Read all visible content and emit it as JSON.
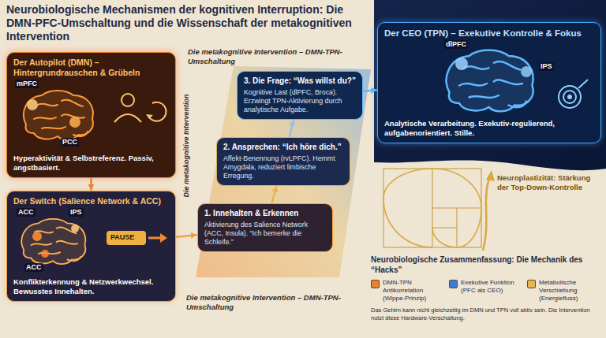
{
  "diagram": {
    "title": "Neurobiologische Mechanismen der kognitiven Interruption: Die DMN-PFC-Umschaltung und die Wissenschaft der metakognitiven Intervention",
    "caption": "Das Gehirn kann nicht gleichzeitig im DMN und TPN voll aktiv sein. Die Intervention nutzt diese Hardware-Verschaltung.",
    "nodes": [
      {
        "text": [
          "Der Autopilot (DMN) – Hintergrundrauschen & Grübeln",
          "Hyperaktivität & Selbstreferenz. Passiv, angstbasiert."
        ]
      },
      {
        "text": [
          "Der Switch (Salience Network & ACC)",
          "Konflikterkennung & Netzwerkwechsel. Bewusstes Innehalten."
        ]
      },
      {
        "text": [
          "1. Innehalten & Erkennen",
          "Aktivierung des Salience Network (ACC, Insula). “Ich bemerke die Schleife.”"
        ]
      },
      {
        "text": [
          "2. Ansprechen: “Ich höre dich.”",
          "Affekt-Benennung (rvLPFC). Hemmt Amygdala, reduziert limbische Erregung."
        ]
      },
      {
        "text": [
          "3. Die Frage: “Was willst du?”",
          "Kognitive Last (dlPFC, Broca). Erzwingt TPN-Aktivierung durch analytische Aufgabe."
        ]
      },
      {
        "text": [
          "Der CEO (TPN) – Exekutive Kontrolle & Fokus",
          "Analytische Verarbeitung. Exekutiv-regulierend, aufgabenorientiert. Stille."
        ]
      }
    ],
    "edges": [
      {
        "from": 0,
        "to": 1,
        "arrow": "to"
      },
      {
        "from": 1,
        "to": 2,
        "arrow": "to"
      },
      {
        "from": 2,
        "to": 3,
        "arrow": "to"
      },
      {
        "from": 3,
        "to": 4,
        "arrow": "to"
      },
      {
        "from": 4,
        "to": 5,
        "arrow": "to"
      }
    ],
    "labels": [
      "mPFC",
      "PCC",
      "ACC",
      "IPS",
      "ACC",
      "PAUSE",
      "Die metakognitive Intervention – DMN-TPN-Umschaltung",
      "Die metakognitive Intervention",
      "Die metakognitive Intervention – DMN-TPN-Umschaltung",
      "dlPFC",
      "IPS",
      "Neuroplastizität: Stärkung der Top-Down-Kontrolle",
      "Neurobiologische Zusammenfassung: Die Mechanik des “Hacks”"
    ],
    "legend": [
      {
        "text": "DMN-TPN Antikorrelation (Wippe-Prinzip)",
        "color": "#e8832f"
      },
      {
        "text": "Exekutive Funktion (PFC als CEO)",
        "color": "#3d7fd6"
      },
      {
        "text": "Metabolische Verschiebung (Energiefluss)",
        "color": "#e6b450"
      }
    ]
  }
}
